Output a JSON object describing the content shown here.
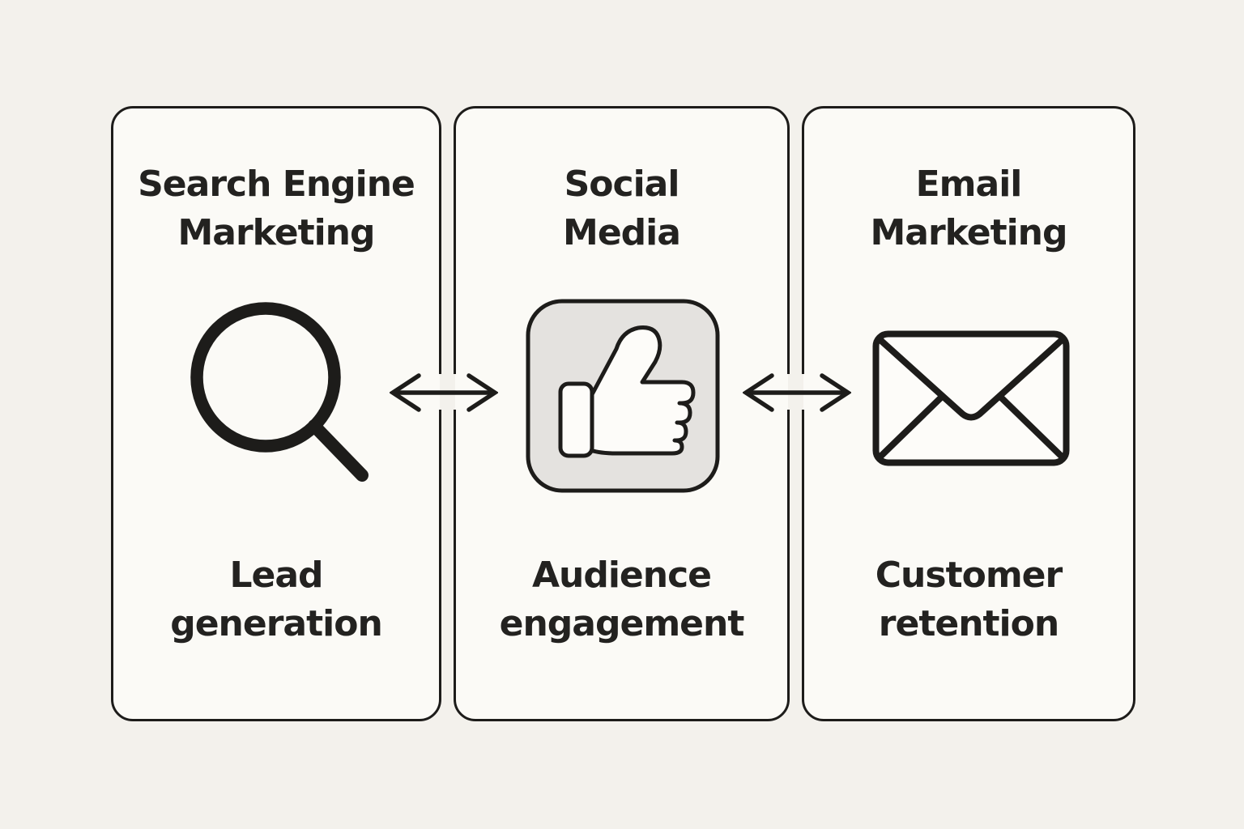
{
  "diagram": {
    "type": "marketing-channels-flow",
    "cards": [
      {
        "title": "Search Engine\nMarketing",
        "icon": "magnifier-icon",
        "label": "Lead\ngeneration"
      },
      {
        "title": "Social\nMedia",
        "icon": "thumbs-up-icon",
        "label": "Audience\nengagement"
      },
      {
        "title": "Email\nMarketing",
        "icon": "envelope-icon",
        "label": "Customer\nretention"
      }
    ],
    "arrows": [
      {
        "name": "arrow-search-social",
        "type": "bidirectional",
        "between": [
          "Search Engine Marketing",
          "Social Media"
        ]
      },
      {
        "name": "arrow-social-email",
        "type": "bidirectional",
        "between": [
          "Social Media",
          "Email Marketing"
        ]
      }
    ]
  },
  "colors": {
    "bg": "#f3f1ec",
    "card": "#fbfaf6",
    "line": "#1d1c1a",
    "ink": "#232220",
    "iconbox": "#e4e2df",
    "iconfill": "#fdfcf9"
  }
}
